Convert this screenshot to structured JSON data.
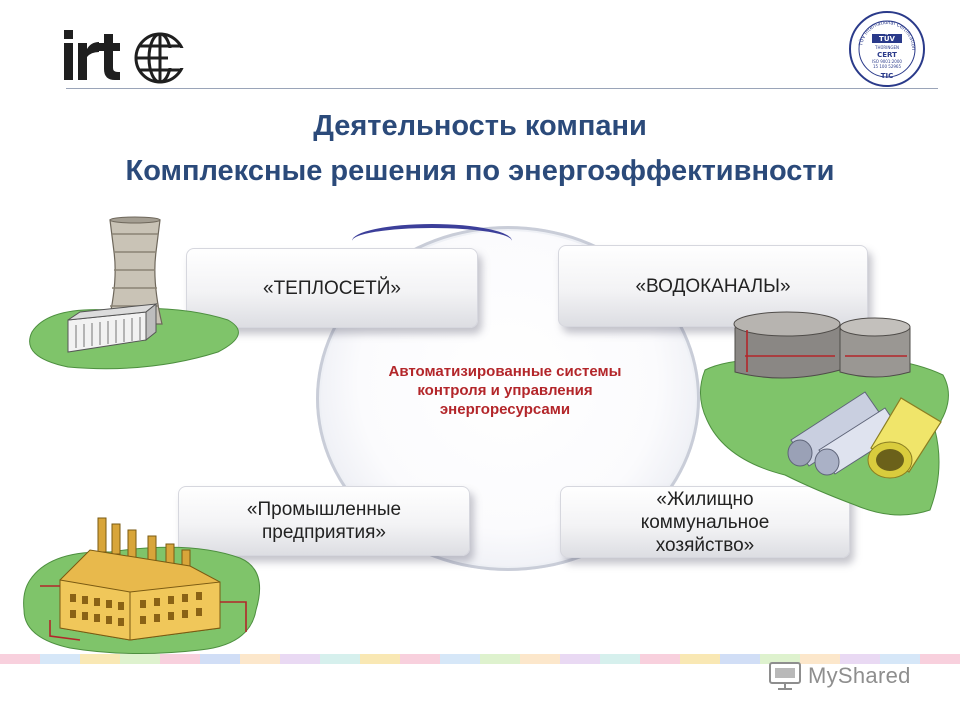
{
  "header": {
    "logo_text": "irtc",
    "cert": {
      "ring_text": "TÜV International Certification",
      "brand": "TÜV",
      "region": "THÜRINGEN",
      "mark": "CERT",
      "standard": "ISO 9001:2000",
      "number": "15 100 52965",
      "org": "TIC"
    }
  },
  "titles": {
    "line1": "Деятельность компани",
    "line2": "Комплексные решения по энергоэффективности"
  },
  "center": {
    "line1": "Автоматизированные системы",
    "line2": "контроля и управления",
    "line3": "энергоресурсами"
  },
  "boxes": {
    "top_left": "«ТЕПЛОСЕТЙ»",
    "top_right": "«ВОДОКАНАЛЫ»",
    "bottom_left": {
      "line1": "«Промышленные",
      "line2": "предприятия»"
    },
    "bottom_right": {
      "line1": "«Жилищно",
      "line2": "коммунальное",
      "line3": "хозяйство»"
    }
  },
  "watermark": {
    "text": "MyShared"
  },
  "colors": {
    "title": "#2b4a7a",
    "center_text": "#b3262a",
    "ring_accent": "#3c3f9a",
    "ground_green": "#7fc46a"
  }
}
